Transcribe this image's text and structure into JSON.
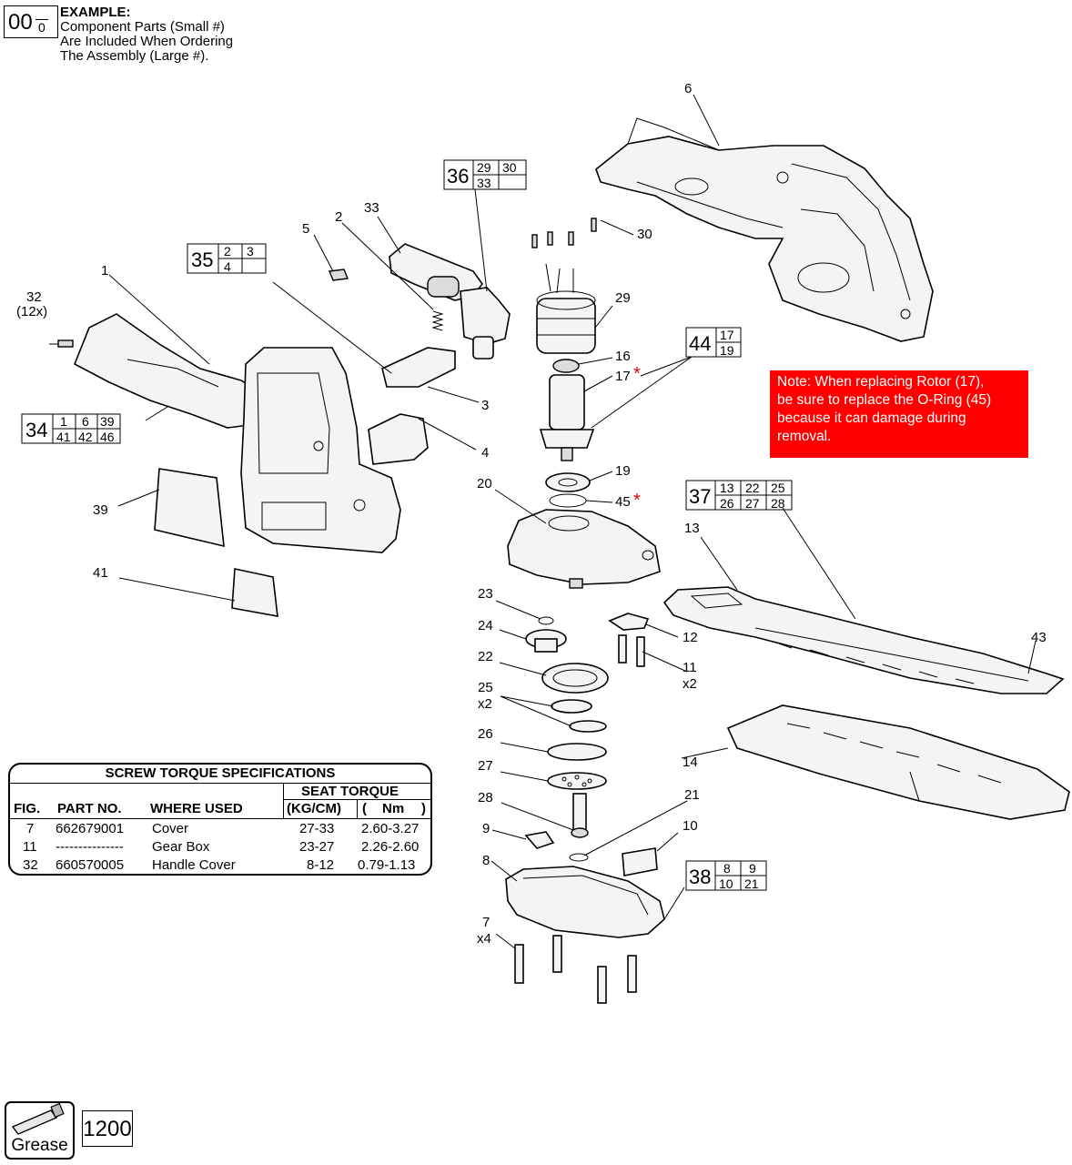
{
  "example": {
    "big": "00",
    "small": "0",
    "title": "EXAMPLE:",
    "line1": "Component Parts (Small #)",
    "line2": "Are Included When Ordering",
    "line3": "The Assembly (Large #)."
  },
  "note": {
    "line1": "Note: When replacing Rotor (17),",
    "line2": "be sure to replace the O-Ring (45)",
    "line3": "because it can damage during",
    "line4": "removal."
  },
  "assemblies": [
    {
      "id": "a35",
      "big": "35",
      "cells": [
        "2",
        "3",
        "4",
        ""
      ]
    },
    {
      "id": "a36",
      "big": "36",
      "cells": [
        "29",
        "30",
        "33",
        ""
      ]
    },
    {
      "id": "a34",
      "big": "34",
      "cells": [
        "1",
        "6",
        "39",
        "41",
        "42",
        "46"
      ]
    },
    {
      "id": "a44",
      "big": "44",
      "cells": [
        "17",
        "19"
      ]
    },
    {
      "id": "a37",
      "big": "37",
      "cells": [
        "13",
        "22",
        "25",
        "26",
        "27",
        "28"
      ]
    },
    {
      "id": "a38",
      "big": "38",
      "cells": [
        "8",
        "9",
        "10",
        "21"
      ]
    }
  ],
  "callouts": [
    {
      "id": "c6",
      "text": "6"
    },
    {
      "id": "c33",
      "text": "33"
    },
    {
      "id": "c2",
      "text": "2"
    },
    {
      "id": "c5",
      "text": "5"
    },
    {
      "id": "c30",
      "text": "30"
    },
    {
      "id": "c29",
      "text": "29"
    },
    {
      "id": "c1",
      "text": "1"
    },
    {
      "id": "c32",
      "text": "32"
    },
    {
      "id": "c32q",
      "text": "(12x)"
    },
    {
      "id": "c16",
      "text": "16"
    },
    {
      "id": "c17",
      "text": "17"
    },
    {
      "id": "c3",
      "text": "3"
    },
    {
      "id": "c4",
      "text": "4"
    },
    {
      "id": "c19",
      "text": "19"
    },
    {
      "id": "c20",
      "text": "20"
    },
    {
      "id": "c45",
      "text": "45"
    },
    {
      "id": "c39",
      "text": "39"
    },
    {
      "id": "c13",
      "text": "13"
    },
    {
      "id": "c41",
      "text": "41"
    },
    {
      "id": "c23",
      "text": "23"
    },
    {
      "id": "c12",
      "text": "12"
    },
    {
      "id": "c24",
      "text": "24"
    },
    {
      "id": "c43",
      "text": "43"
    },
    {
      "id": "c22",
      "text": "22"
    },
    {
      "id": "c11",
      "text": "11"
    },
    {
      "id": "c11q",
      "text": "x2"
    },
    {
      "id": "c25",
      "text": "25"
    },
    {
      "id": "c25q",
      "text": "x2"
    },
    {
      "id": "c26",
      "text": "26"
    },
    {
      "id": "c14",
      "text": "14"
    },
    {
      "id": "c27",
      "text": "27"
    },
    {
      "id": "c28",
      "text": "28"
    },
    {
      "id": "c21",
      "text": "21"
    },
    {
      "id": "c9",
      "text": "9"
    },
    {
      "id": "c10",
      "text": "10"
    },
    {
      "id": "c8",
      "text": "8"
    },
    {
      "id": "c7",
      "text": "7"
    },
    {
      "id": "c7q",
      "text": "x4"
    }
  ],
  "asterisk": "*",
  "torque": {
    "title": "SCREW TORQUE SPECIFICATIONS",
    "seat_torque": "SEAT TORQUE",
    "headers": [
      "FIG.",
      "PART NO.",
      "WHERE USED",
      "(KG/CM)",
      "(",
      "Nm",
      ")"
    ],
    "rows": [
      {
        "fig": "7",
        "part": "662679001",
        "where": "Cover",
        "kg": "27-33",
        "nm": "2.60-3.27"
      },
      {
        "fig": "11",
        "part": "---------------",
        "where": "Gear Box",
        "kg": "23-27",
        "nm": "2.26-2.60"
      },
      {
        "fig": "32",
        "part": "660570005",
        "where": "Handle Cover",
        "kg": "8-12",
        "nm": "0.79-1.13"
      }
    ]
  },
  "grease": {
    "label": "Grease",
    "number": "1200"
  }
}
